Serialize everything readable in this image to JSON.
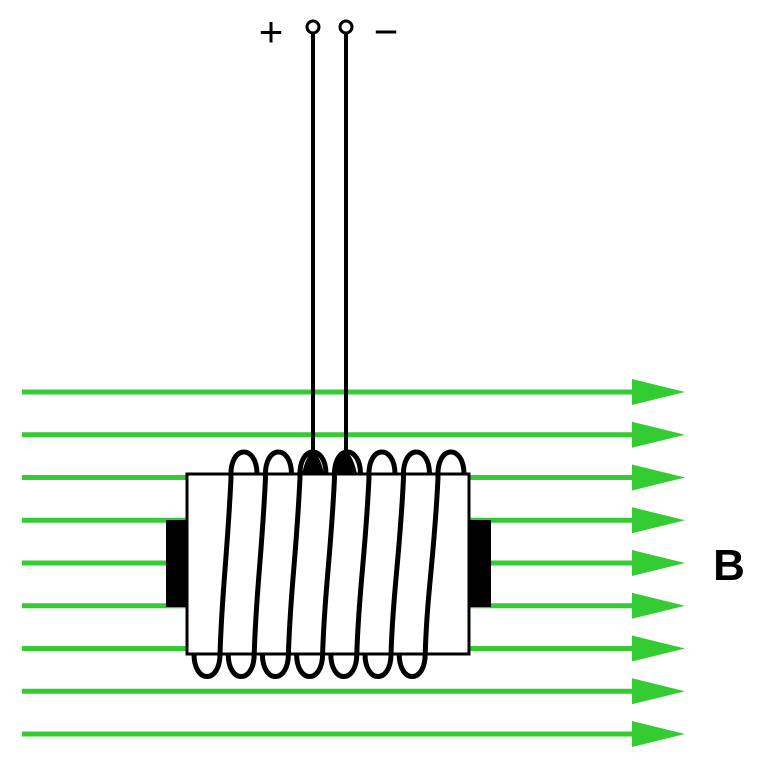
{
  "colors": {
    "field": "#33cc33",
    "ink": "#000000",
    "core": "#ffffff"
  },
  "terminals": {
    "plus": "+",
    "minus": "−"
  },
  "field_label": "B",
  "field_line_count": 9,
  "coil_turns": 7
}
